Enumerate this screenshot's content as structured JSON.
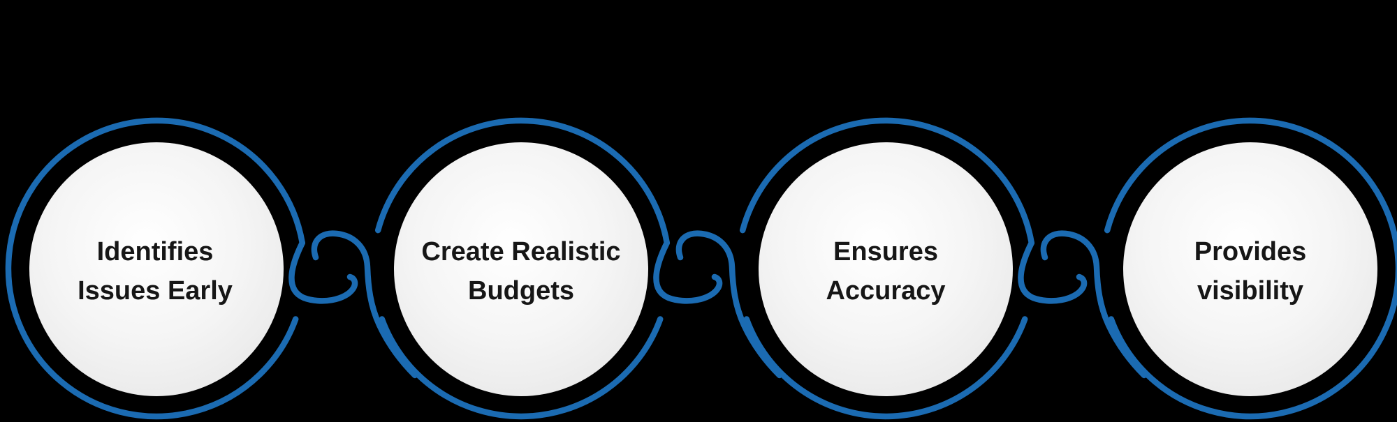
{
  "diagram": {
    "background_color": "#000000",
    "stroke_color": "#1b6bb2",
    "disc_gradient_center": "#ffffff",
    "disc_gradient_mid": "#f5f5f5",
    "disc_gradient_edge": "#e8e8e8",
    "text_color": "#161616",
    "nodes": [
      {
        "line1": "Identifies",
        "line2": "Issues Early"
      },
      {
        "line1": "Create Realistic",
        "line2": "Budgets"
      },
      {
        "line1": "Ensures",
        "line2": "Accuracy"
      },
      {
        "line1": "Provides",
        "line2": "visibility"
      }
    ]
  }
}
